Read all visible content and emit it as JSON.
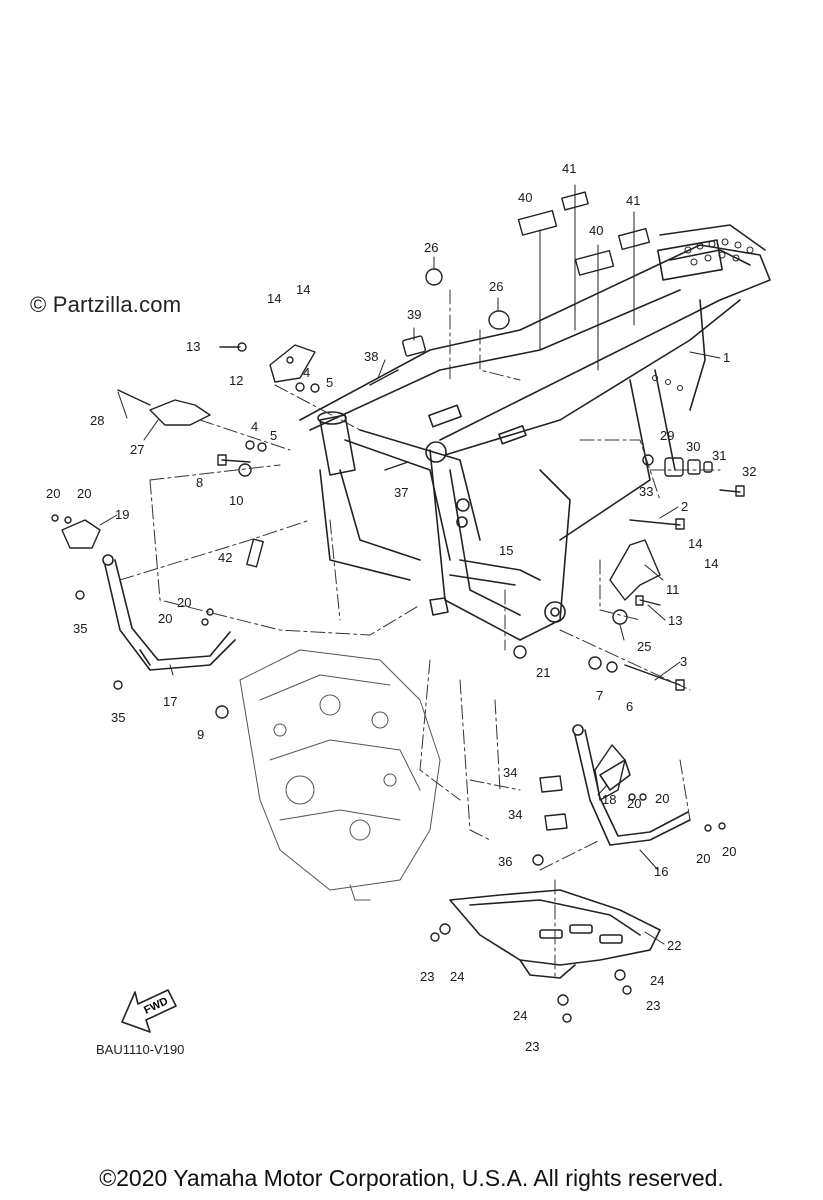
{
  "watermark": "© Partzilla.com",
  "diagram_code": "BAU1110-V190",
  "fwd_label": "FWD",
  "copyright": "©2020 Yamaha Motor Corporation, U.S.A. All rights reserved.",
  "callouts": [
    "1",
    "2",
    "3",
    "4",
    "4",
    "5",
    "5",
    "6",
    "7",
    "8",
    "9",
    "10",
    "11",
    "12",
    "13",
    "13",
    "14",
    "14",
    "14",
    "14",
    "15",
    "16",
    "17",
    "18",
    "19",
    "20",
    "20",
    "20",
    "20",
    "20",
    "20",
    "20",
    "20",
    "21",
    "22",
    "23",
    "23",
    "23",
    "24",
    "24",
    "24",
    "25",
    "26",
    "26",
    "27",
    "28",
    "29",
    "30",
    "31",
    "32",
    "33",
    "34",
    "34",
    "35",
    "35",
    "36",
    "37",
    "38",
    "39",
    "40",
    "40",
    "41",
    "41",
    "42"
  ]
}
